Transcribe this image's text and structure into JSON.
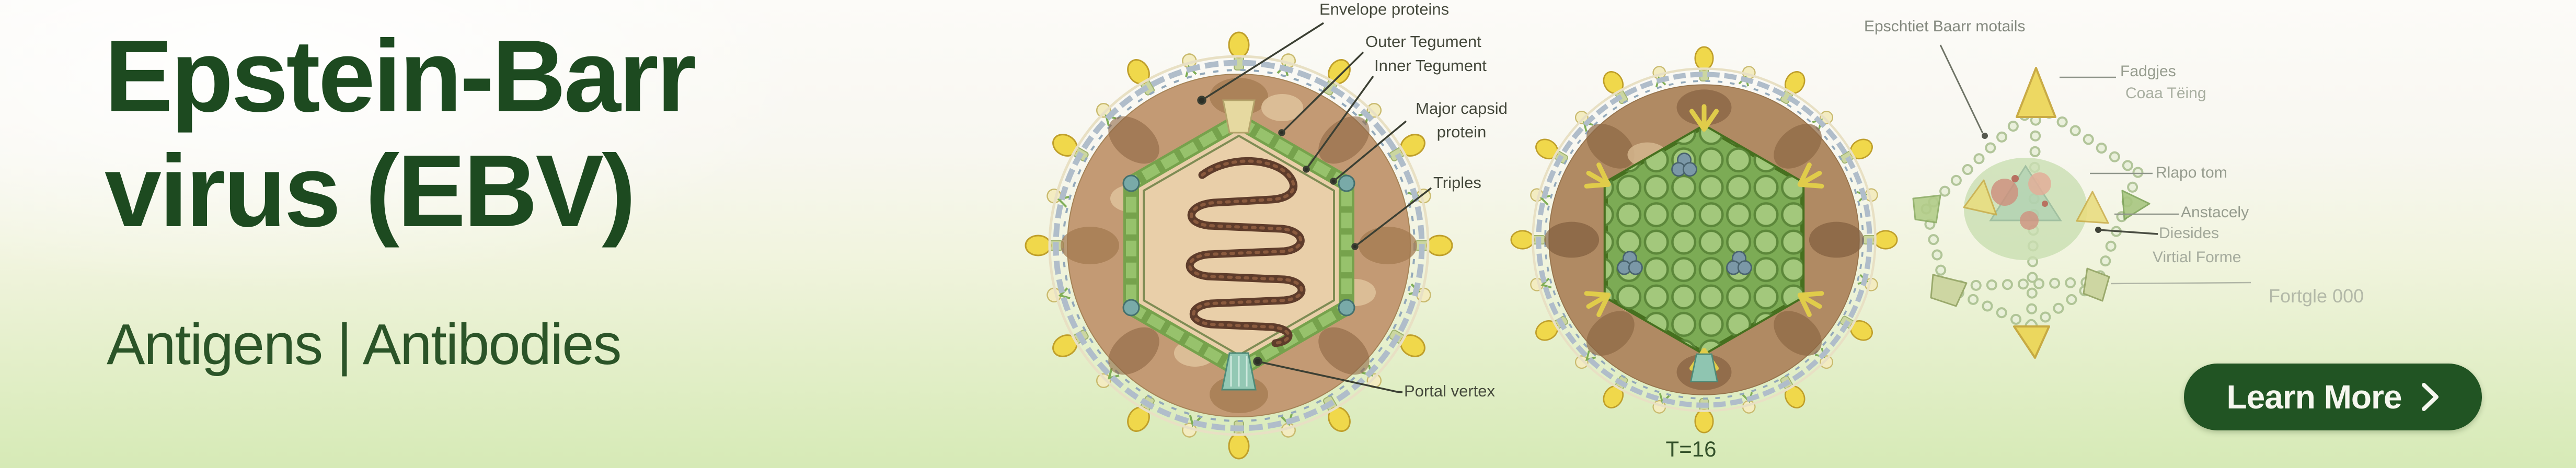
{
  "banner": {
    "title_line1": "Epstein-Barr",
    "title_line2": "virus (EBV)",
    "subtitle": "Antigens | Antibodies",
    "cta_label": "Learn More"
  },
  "virion_cross_section": {
    "labels": {
      "envelope_proteins": "Envelope proteins",
      "outer_tegument": "Outer Tegument",
      "inner_tegument": "Inner Tegument",
      "major_capsid_line1": "Major capsid",
      "major_capsid_line2": "protein",
      "triplex": "Triples",
      "portal_vertex": "Portal vertex"
    }
  },
  "capsid_diagram": {
    "t_number_label": "T=16"
  },
  "wireframe_diagram": {
    "labels": {
      "title": "Epschtiet Baarr motails",
      "top_right_1": "Fadgjes",
      "top_right_2": "Coaa Tëing",
      "right_1": "Rlapo tom",
      "right_2": "Anstacely",
      "right_3": "Diesides",
      "right_4": "Virtial Forme",
      "bottom_right": "Fortgle 000"
    }
  },
  "icons": {
    "cta_chevron": "chevron-right"
  },
  "colors": {
    "heading_green": "#1d4a20",
    "subtitle_green": "#2b5428",
    "button_green": "#215423",
    "button_text": "#f6f7ef",
    "background_top": "#fcfbf8",
    "background_bottom": "#d6eab6",
    "label_dark": "#45493c",
    "label_faded": "#969c8e",
    "tegument_brown": "#c39a74",
    "capsid_green": "#7cab55",
    "dna_brown": "#5e3c2b",
    "spike_yellow": "#f0d84b"
  }
}
